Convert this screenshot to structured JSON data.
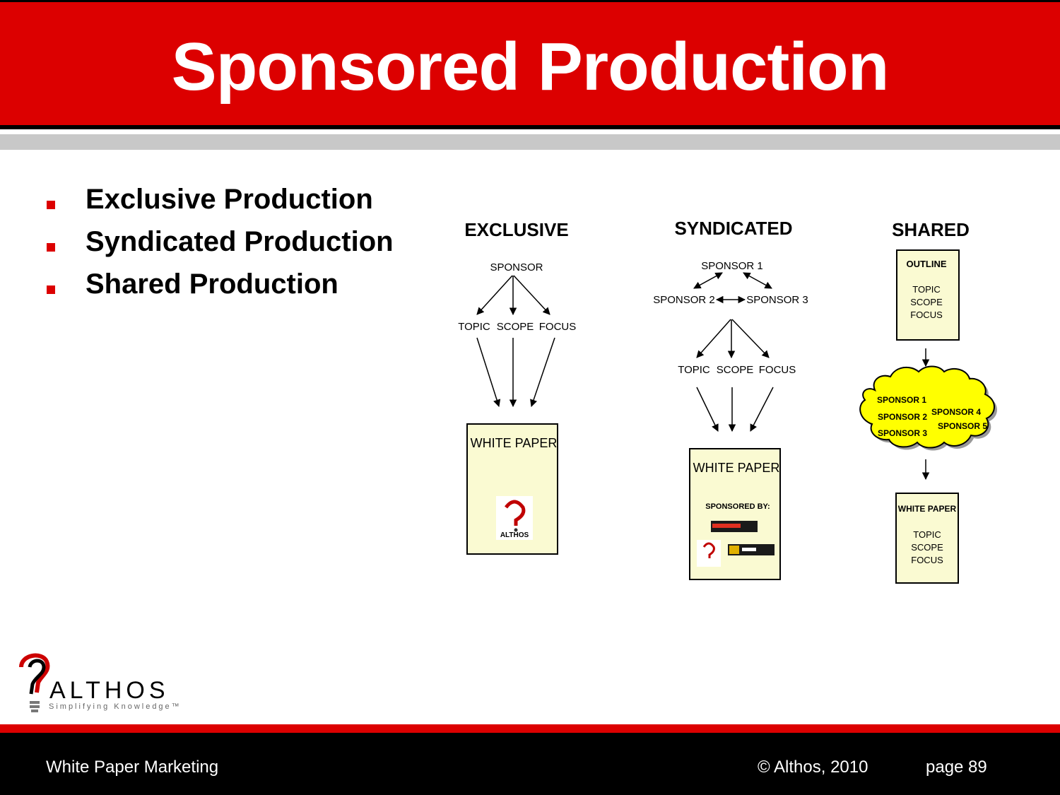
{
  "title": "Sponsored Production",
  "bullets": [
    "Exclusive Production",
    "Syndicated Production",
    "Shared Production"
  ],
  "diagram": {
    "exclusive": {
      "heading": "EXCLUSIVE",
      "sponsor": "SPONSOR",
      "topic": "TOPIC",
      "scope": "SCOPE",
      "focus": "FOCUS",
      "paper_title": "WHITE PAPER",
      "paper_logo": "ALTHOS"
    },
    "syndicated": {
      "heading": "SYNDICATED",
      "sponsor1": "SPONSOR 1",
      "sponsor2": "SPONSOR 2",
      "sponsor3": "SPONSOR 3",
      "topic": "TOPIC",
      "scope": "SCOPE",
      "focus": "FOCUS",
      "paper_title": "WHITE PAPER",
      "sponsored_by": "SPONSORED BY:"
    },
    "shared": {
      "heading": "SHARED",
      "outline_title": "OUTLINE",
      "outline_topic": "TOPIC",
      "outline_scope": "SCOPE",
      "outline_focus": "FOCUS",
      "cloud_sponsors": [
        "SPONSOR 1",
        "SPONSOR 2",
        "SPONSOR 3",
        "SPONSOR 4",
        "SPONSOR 5"
      ],
      "paper_title": "WHITE PAPER",
      "paper_topic": "TOPIC",
      "paper_scope": "SCOPE",
      "paper_focus": "FOCUS"
    }
  },
  "logo": {
    "name": "ALTHOS",
    "tagline": "Simplifying Knowledge™"
  },
  "footer": {
    "left": "White Paper Marketing",
    "copyright": "© Althos,  2010",
    "page": "page 89"
  },
  "colors": {
    "accent_red": "#dc0000",
    "paper_yellow": "#fafad2",
    "cloud_yellow": "#ffff00"
  }
}
